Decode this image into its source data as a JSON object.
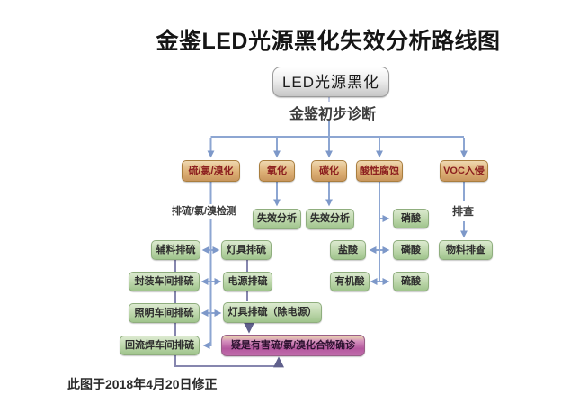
{
  "title": "金鉴LED光源黑化失效分析路线图",
  "footer": "此图于2018年4月20日修正",
  "nodes": {
    "led": "LED光源黑化",
    "diagnosis": "金鉴初步诊断",
    "sulfur": "硫/氯/溴化",
    "oxidation": "氧化",
    "carbonization": "碳化",
    "acid": "酸性腐蚀",
    "voc": "VOC入侵",
    "sulfur_test": "排硫/氯/溴检测",
    "check": "排查",
    "fa1": "失效分析",
    "fa2": "失效分析",
    "nitric": "硝酸",
    "hcl": "盐酸",
    "phosphoric": "磷酸",
    "organic": "有机酸",
    "sulfuric": "硫酸",
    "material": "物料排查",
    "aux": "辅料排硫",
    "lamp": "灯具排硫",
    "pkg": "封装车间排硫",
    "power": "电源排硫",
    "lighting": "照明车间排硫",
    "lamp_ex": "灯具排硫（除电源）",
    "reflow": "回流焊车间排硫",
    "conclusion": "疑是有害硫/氯/溴化合物确诊"
  },
  "edges": [
    "LED光源黑化 → 金鉴初步诊断",
    "金鉴初步诊断 → 硫/氯/溴化",
    "金鉴初步诊断 → 氧化",
    "金鉴初步诊断 → 碳化",
    "金鉴初步诊断 → 酸性腐蚀",
    "金鉴初步诊断 → VOC入侵",
    "氧化 → 失效分析",
    "碳化 → 失效分析",
    "硫/氯/溴化 →(排硫/氯/溴检测)→ 回流焊车间排硫",
    "辅料排硫 ↔ 灯具排硫",
    "封装车间排硫 ↔ 电源排硫",
    "照明车间排硫 ↔ 灯具排硫（除电源）",
    "辅料排硫 → 封装车间排硫 → 照明车间排硫 → 回流焊车间排硫",
    "灯具排硫 → 电源排硫 → 灯具排硫（除电源）",
    "灯具排硫（除电源） → 疑是有害硫/氯/溴化合物确诊",
    "回流焊车间排硫 → 疑是有害硫/氯/溴化合物确诊",
    "酸性腐蚀 → 硝酸",
    "盐酸 ↔ 磷酸",
    "有机酸 ↔ 硫酸",
    "VOC入侵 →(排查)→ 物料排查"
  ],
  "colors": {
    "cause_box": "#ddb076",
    "cause_text": "#8c1f1f",
    "step_box": "#bcd6aa",
    "root_box": "#eeeeee",
    "conclusion_box": "#b4589e",
    "connector_blue": "#8da6d2",
    "connector_purple": "#8686ae",
    "connector_dark": "#60608c"
  }
}
